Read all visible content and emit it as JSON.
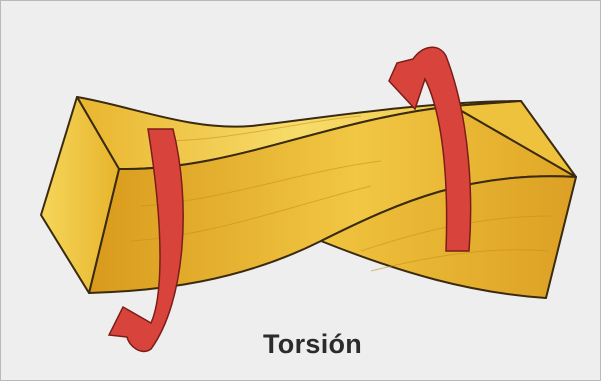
{
  "caption": "Torsión",
  "colors": {
    "background": "#eeeeee",
    "wood_light": "#f4cf4a",
    "wood_mid": "#e6b22a",
    "wood_dark": "#c98c14",
    "outline": "#3a2a10",
    "arrow": "#d8443c",
    "caption": "#2b2b2b"
  },
  "icons": [
    "rotation-arrow-left",
    "rotation-arrow-right"
  ]
}
